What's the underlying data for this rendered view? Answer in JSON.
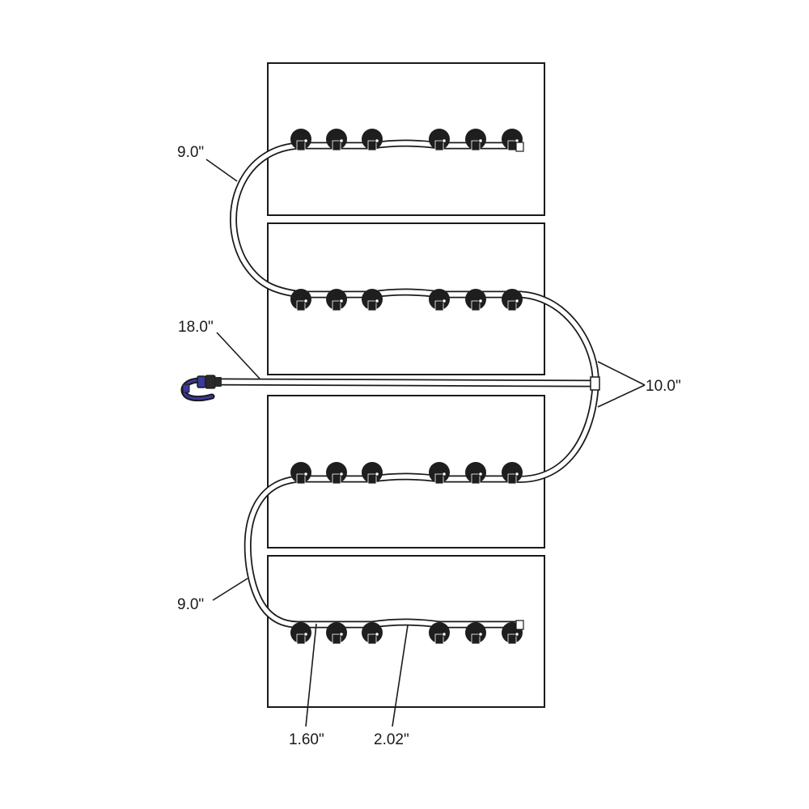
{
  "dimensions": {
    "top_loop": "9.0\"",
    "lead": "18.0\"",
    "right_loop": "10.0\"",
    "bottom_loop": "9.0\"",
    "spacing_short": "1.60\"",
    "spacing_long": "2.02\""
  },
  "colors": {
    "line": "#1a1a1a",
    "led": "#1e1e1e",
    "connector_accent": "#3a3a9a"
  },
  "modules_per_row": 6,
  "rows": 4
}
